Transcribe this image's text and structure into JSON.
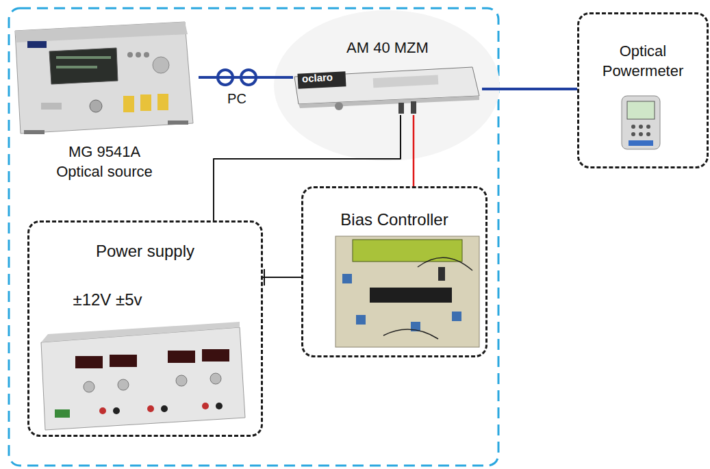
{
  "diagram": {
    "nodes": [
      {
        "text": [
          "MG 9541A Optical source"
        ]
      },
      {
        "text": [
          "AM 40 MZM"
        ]
      },
      {
        "text": [
          "Optical Powermeter"
        ]
      },
      {
        "text": [
          "Power supply",
          "±12V ±5v"
        ]
      },
      {
        "text": [
          "Bias Controller"
        ]
      }
    ],
    "edges": [
      {
        "from": 0,
        "to": 1,
        "label": "PC",
        "arrow": "none"
      },
      {
        "from": 1,
        "to": 2,
        "arrow": "none"
      },
      {
        "from": 3,
        "to": 1,
        "arrow": "none"
      },
      {
        "from": 4,
        "to": 1,
        "arrow": "none"
      },
      {
        "from": 3,
        "to": 4,
        "arrow": "none"
      }
    ],
    "labels": [
      "oclaro"
    ]
  }
}
